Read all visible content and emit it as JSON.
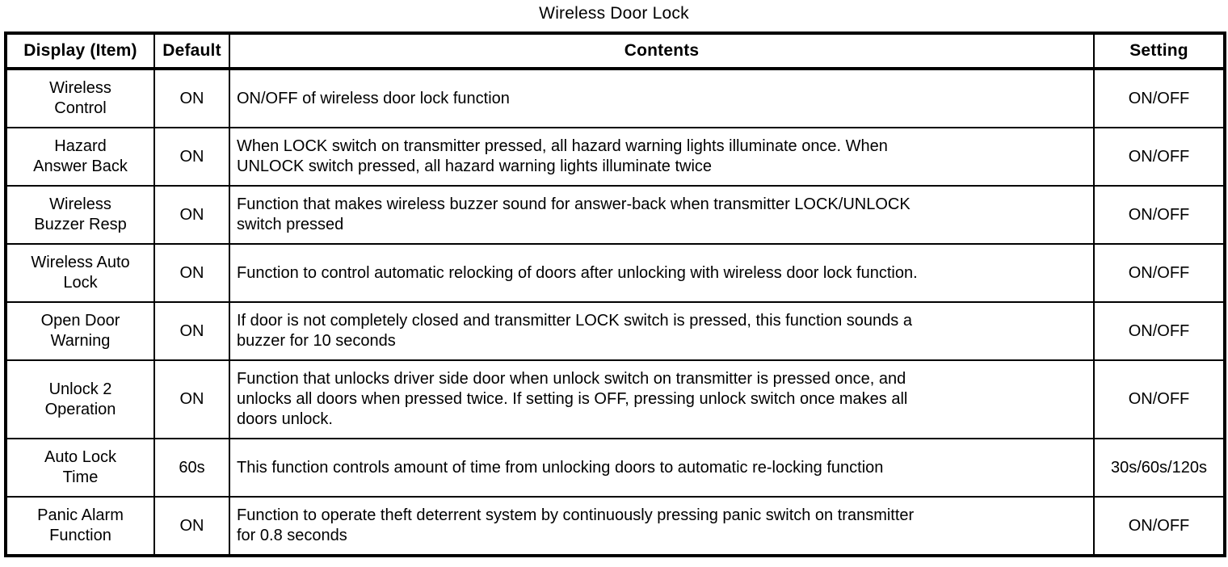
{
  "page": {
    "title": "Wireless Door Lock"
  },
  "colors": {
    "text": "#000000",
    "border": "#000000",
    "background": "#ffffff"
  },
  "table": {
    "headers": [
      "Display (Item)",
      "Default",
      "Contents",
      "Setting"
    ],
    "rows": [
      {
        "item_lines": [
          "Wireless",
          "Control"
        ],
        "default": "ON",
        "contents_lines": [
          "ON/OFF of wireless door lock function"
        ],
        "setting": "ON/OFF"
      },
      {
        "item_lines": [
          "Hazard",
          "Answer Back"
        ],
        "default": "ON",
        "contents_lines": [
          "When LOCK switch on transmitter pressed, all hazard warning lights illuminate once. When",
          "UNLOCK switch pressed, all hazard warning lights illuminate twice"
        ],
        "setting": "ON/OFF"
      },
      {
        "item_lines": [
          "Wireless",
          "Buzzer Resp"
        ],
        "default": "ON",
        "contents_lines": [
          "Function that makes wireless buzzer sound for answer-back when transmitter LOCK/UNLOCK",
          "switch pressed"
        ],
        "setting": "ON/OFF"
      },
      {
        "item_lines": [
          "Wireless Auto",
          "Lock"
        ],
        "default": "ON",
        "contents_lines": [
          "Function to control automatic relocking of doors after unlocking with wireless door lock function."
        ],
        "setting": "ON/OFF"
      },
      {
        "item_lines": [
          "Open Door",
          "Warning"
        ],
        "default": "ON",
        "contents_lines": [
          "If door is not completely closed and transmitter LOCK switch is pressed, this function sounds a",
          "buzzer for 10 seconds"
        ],
        "setting": "ON/OFF"
      },
      {
        "item_lines": [
          "Unlock 2",
          "Operation"
        ],
        "default": "ON",
        "contents_lines": [
          "Function that unlocks driver side door when unlock switch on transmitter is pressed once, and",
          "unlocks all doors when pressed twice. If setting is OFF, pressing unlock switch once makes all",
          "doors unlock."
        ],
        "setting": "ON/OFF"
      },
      {
        "item_lines": [
          "Auto Lock",
          "Time"
        ],
        "default": "60s",
        "contents_lines": [
          "This function controls amount of time from unlocking doors to automatic re-locking function"
        ],
        "setting": "30s/60s/120s"
      },
      {
        "item_lines": [
          "Panic Alarm",
          "Function"
        ],
        "default": "ON",
        "contents_lines": [
          "Function to operate theft deterrent system by continuously pressing panic switch on transmitter",
          "for 0.8 seconds"
        ],
        "setting": "ON/OFF"
      }
    ]
  }
}
